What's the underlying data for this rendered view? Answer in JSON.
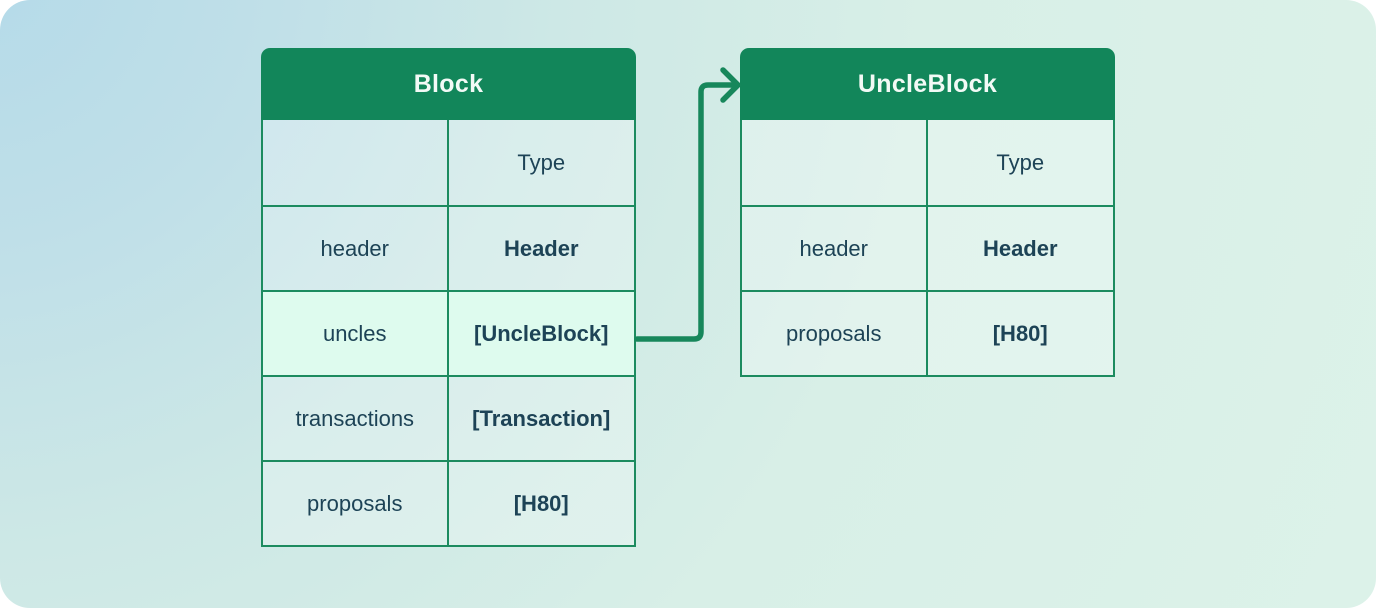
{
  "diagram": {
    "kind": "schema-relationship",
    "tables": [
      {
        "id": "block",
        "title": "Block",
        "column_header": {
          "field": "",
          "type": "Type"
        },
        "rows": [
          {
            "field": "header",
            "type": "Header",
            "highlight": false
          },
          {
            "field": "uncles",
            "type": "[UncleBlock]",
            "highlight": true
          },
          {
            "field": "transactions",
            "type": "[Transaction]",
            "highlight": false
          },
          {
            "field": "proposals",
            "type": "[H80]",
            "highlight": false
          }
        ]
      },
      {
        "id": "uncleblock",
        "title": "UncleBlock",
        "column_header": {
          "field": "",
          "type": "Type"
        },
        "rows": [
          {
            "field": "header",
            "type": "Header",
            "highlight": false
          },
          {
            "field": "proposals",
            "type": "[H80]",
            "highlight": false
          }
        ]
      }
    ],
    "connector": {
      "from": "Block.uncles",
      "to": "UncleBlock",
      "style": "elbow-arrow"
    },
    "colors": {
      "table_header_bg": "#12865A",
      "table_border": "#1C8B5F",
      "arrow": "#17875B",
      "cell_text": "#1D4356",
      "header_text": "#F2FAF6",
      "highlight_row_bg": "#DEFBEE",
      "background_top_left": "#B4DAE9",
      "background_main": "#DCF2E9"
    }
  }
}
